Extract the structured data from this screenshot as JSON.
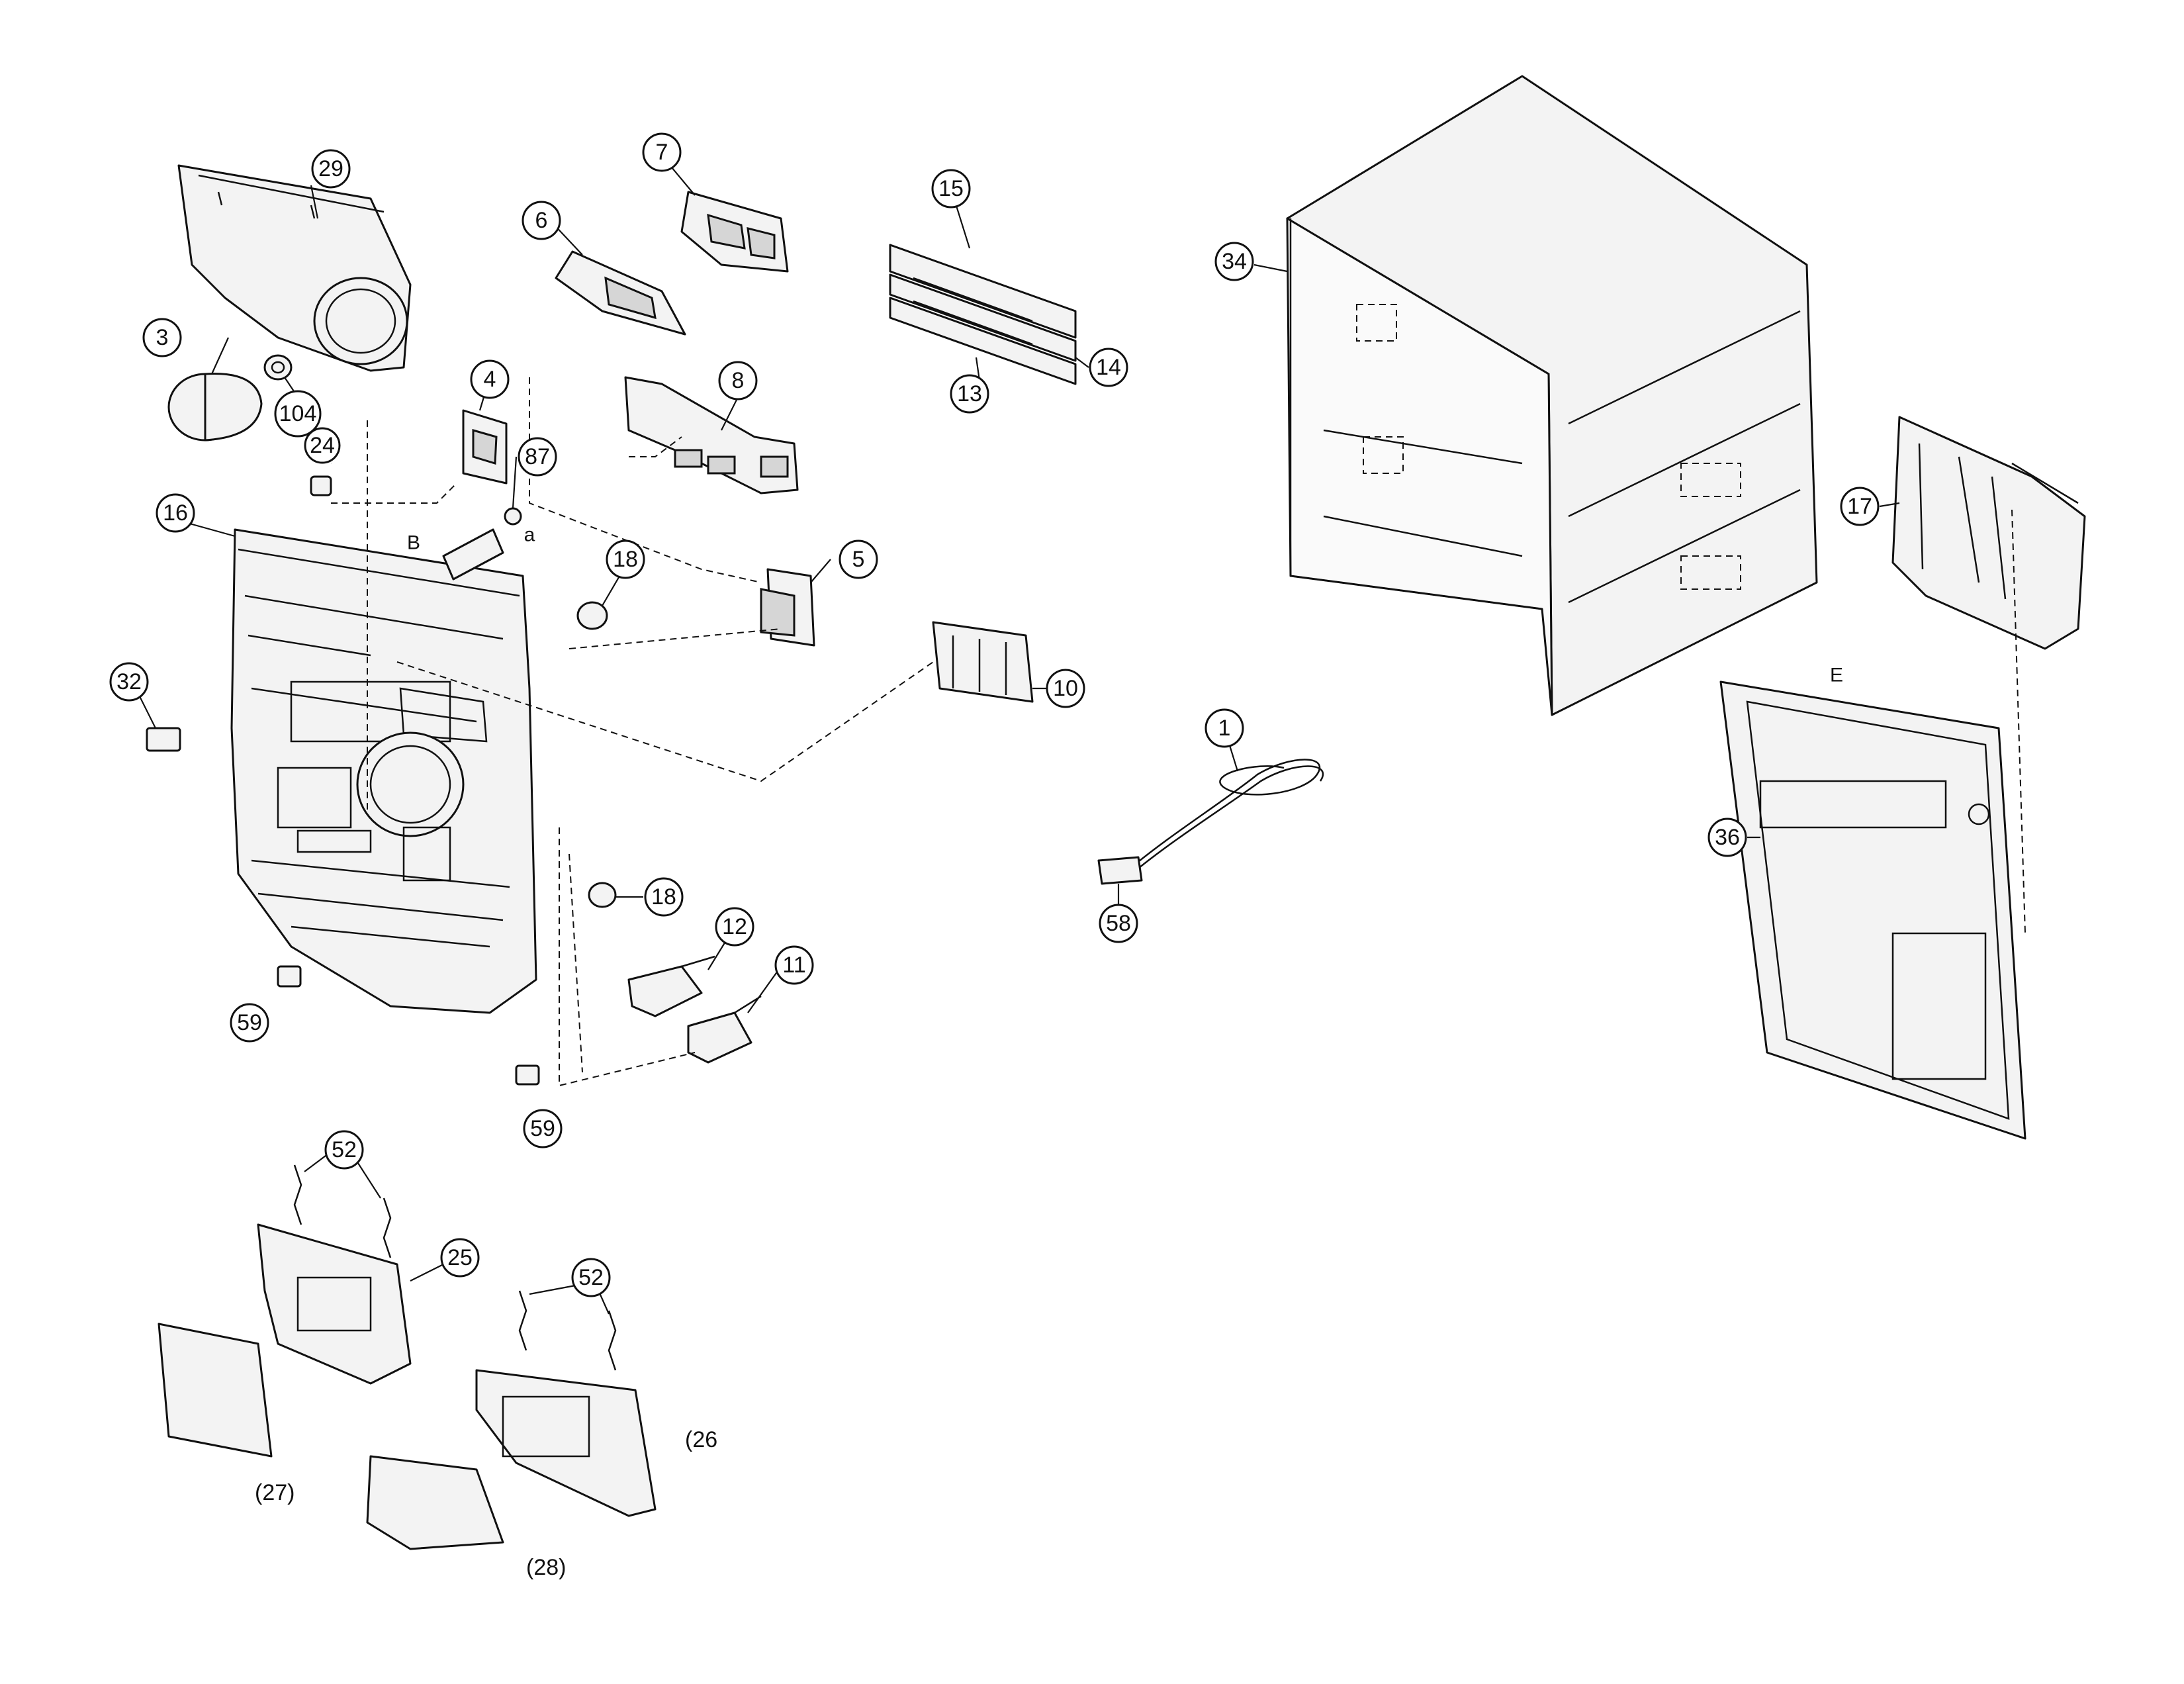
{
  "callouts": {
    "p29": "29",
    "p3": "3",
    "p104": "104",
    "p24": "24",
    "p16": "16",
    "p6": "6",
    "p7": "7",
    "p4": "4",
    "p87": "87",
    "p8": "8",
    "p18a": "18",
    "p5": "5",
    "p10": "10",
    "p32": "32",
    "p18b": "18",
    "p12": "12",
    "p11": "11",
    "p59a": "59",
    "p59b": "59",
    "p15": "15",
    "p14": "14",
    "p13": "13",
    "p34": "34",
    "p17": "17",
    "p36": "36",
    "p1": "1",
    "p58": "58",
    "p52a": "52",
    "p25": "25",
    "p52b": "52",
    "p26": "(26",
    "p27": "(27)",
    "p28": "(28)"
  },
  "refs": {
    "b": "B",
    "a": "a",
    "e": "E"
  },
  "colors": {
    "ink": "#111111",
    "paper": "#ffffff",
    "part_fill": "#f3f3f3"
  }
}
